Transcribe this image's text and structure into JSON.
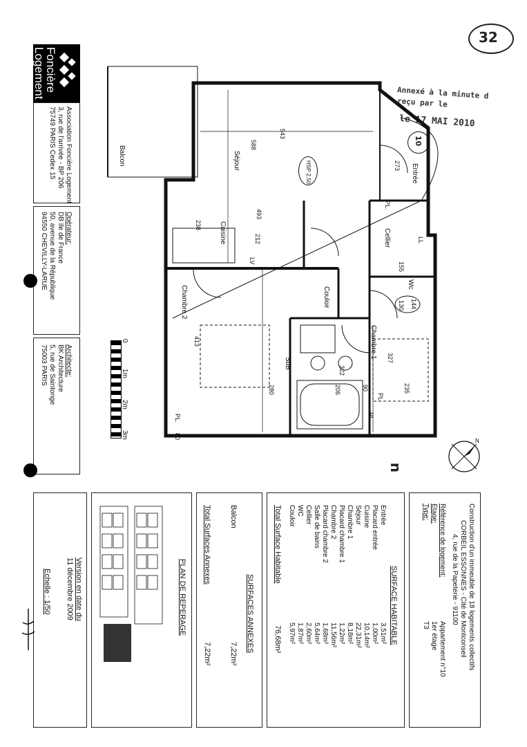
{
  "page_number": "32",
  "stamp": {
    "line1": "Annexé à la minute d",
    "line2": "reçu par le",
    "line3": "le 17 MAI 2010"
  },
  "logo": {
    "line1": "Foncière",
    "line2": "Logement"
  },
  "association": {
    "line1": "Association Foncière Logement",
    "line2": "3, rue de l'arrivée - BP 206",
    "line3": "75749 PARIS Cedex 15"
  },
  "operator": {
    "title": "Opérateur:",
    "line1": "DB Ile de France",
    "line2": "50, avenue de la République",
    "line3": "94550 CHEVILLY-LARUE"
  },
  "architect": {
    "title": "Architecte:",
    "line1": "BK Architecture",
    "line2": "5, rue de Saintonge",
    "line3": "75003 PARIS"
  },
  "scale_bar": {
    "labels": [
      "0",
      "1m",
      "2m",
      "3m"
    ]
  },
  "plan": {
    "rooms": [
      "Séjour",
      "Entrée",
      "Cuisine",
      "Cellier",
      "Chambre 2",
      "Couloir",
      "Wc",
      "Chambre 1",
      "SdB",
      "Balcon"
    ],
    "dims": [
      "543",
      "588",
      "273",
      "493",
      "238",
      "212",
      "130",
      "144",
      "413",
      "327",
      "235",
      "280",
      "206",
      "90",
      "322",
      "155",
      "80"
    ],
    "fixtures": [
      "PL.",
      "LL",
      "LV",
      "PL.",
      "PL.",
      "PL."
    ],
    "hsp": "HSP 2,50",
    "apt_number": "10"
  },
  "info": {
    "construction": "Construction d'un immeuble de 18 logements collectifs",
    "city": "CORBEIL ESSONNES - Cité de Montconseil",
    "address": "4, rue de la Papeterie - 91100",
    "ref_label": "Référence de logement:",
    "ref_value": "Appartement n°10",
    "floor_label": "Etage:",
    "floor_value": "1er étage",
    "type_label": "Type:",
    "type_value": "T3"
  },
  "surface_habitable": {
    "title": "SURFACE HABITABLE",
    "rows": [
      {
        "name": "Entrée",
        "value": "3,51m²"
      },
      {
        "name": "Placard entrée",
        "value": "1,00m²"
      },
      {
        "name": "Cuisine",
        "value": "10,14m²"
      },
      {
        "name": "Séjour",
        "value": "22,31m²"
      },
      {
        "name": "Chambre 1",
        "value": "8,18m²"
      },
      {
        "name": "Placard chambre 1",
        "value": "1,22m²"
      },
      {
        "name": "Chambre 2",
        "value": "11,56m²"
      },
      {
        "name": "Placard chambre 2",
        "value": "1,68m²"
      },
      {
        "name": "Salle de bains",
        "value": "5,64m²"
      },
      {
        "name": "Cellier",
        "value": "2,60m²"
      },
      {
        "name": "WC",
        "value": "1,87m²"
      },
      {
        "name": "Couloir",
        "value": "5,97m²"
      }
    ],
    "total_label": "Total Surface Habitable",
    "total_value": "76,68m²"
  },
  "surfaces_annexes": {
    "title": "SURFACES ANNEXES",
    "rows": [
      {
        "name": "Balcon",
        "value": "7,22m²"
      }
    ],
    "total_label": "Total Surfaces Annexes",
    "total_value": "7,22m²"
  },
  "plan_reperage": {
    "title": "PLAN DE REPERAGE"
  },
  "version": {
    "line1": "Version en date du",
    "line2": "11 décembre 2009",
    "echelle": "Echelle : 1/50"
  }
}
